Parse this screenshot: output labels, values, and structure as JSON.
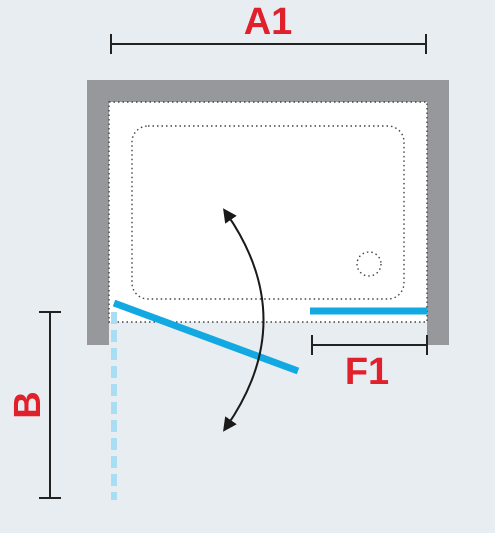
{
  "labels": {
    "a1": "A1",
    "f1": "F1",
    "b": "B"
  },
  "colors": {
    "background": "#e8edf2",
    "wall": "#97989b",
    "tray": "#ffffff",
    "glass": "#12a9e2",
    "glass_open_path": "#a9ddf3",
    "label": "#e0202a",
    "dimension_line": "#222222",
    "dotted_outline": "#444444"
  },
  "icons": {
    "swing": "swing-arc-double-arrow-icon",
    "drain": "drain-icon"
  }
}
